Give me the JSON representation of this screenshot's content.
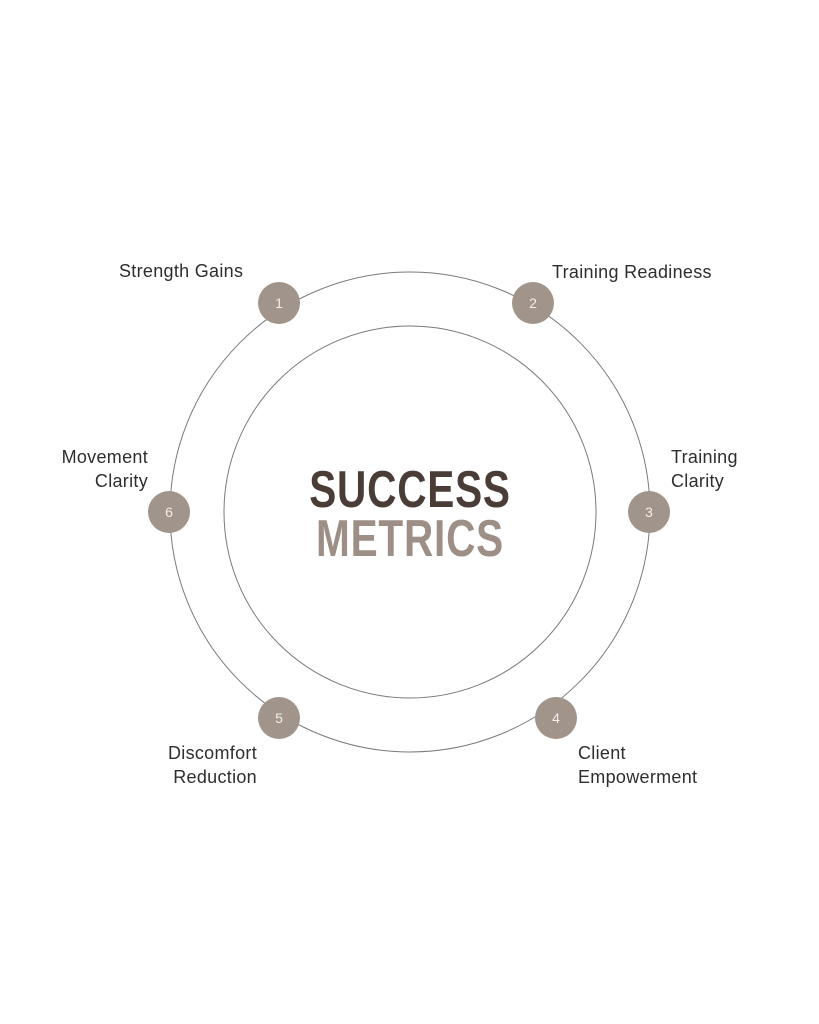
{
  "title": {
    "line1": "SUCCESS",
    "line2": "METRICS"
  },
  "colors": {
    "title_dark": "#4a3c37",
    "title_light": "#9d8f86",
    "node_fill": "#a0948b",
    "ring": "#7a7a7a"
  },
  "metrics": [
    {
      "number": "1",
      "label_lines": [
        "Strength Gains"
      ]
    },
    {
      "number": "2",
      "label_lines": [
        "Training Readiness"
      ]
    },
    {
      "number": "3",
      "label_lines": [
        "Training",
        "Clarity"
      ]
    },
    {
      "number": "4",
      "label_lines": [
        "Client",
        "Empowerment"
      ]
    },
    {
      "number": "5",
      "label_lines": [
        "Discomfort",
        "Reduction"
      ]
    },
    {
      "number": "6",
      "label_lines": [
        "Movement",
        "Clarity"
      ]
    }
  ]
}
